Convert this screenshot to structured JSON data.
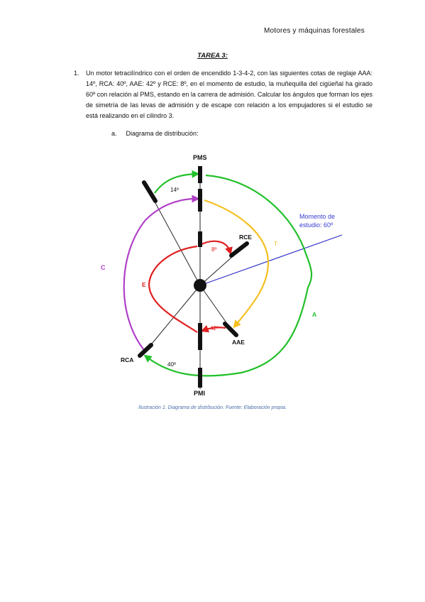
{
  "header": {
    "text": "Motores y máquinas forestales"
  },
  "title": "TAREA 3:",
  "question": {
    "number": "1.",
    "text": "Un motor tetracilíndrico con el orden de encendido 1-3-4-2, con las siguientes cotas de reglaje AAA: 14º, RCA: 40º, AAE: 42º y RCE: 8º, en el momento de estudio, la muñequilla del cigüeñal ha girado 60º con relación al PMS, estando en la carrera de admisión. Calcular los ángulos que forman los ejes de simetría de las levas de admisión y de escape con relación a los empujadores si el estudio se está realizando en el cilindro 3."
  },
  "subitem": {
    "letter": "a.",
    "text": "Diagrama de distribución:"
  },
  "diagram": {
    "labels": {
      "pms": "PMS",
      "pmi": "PMI",
      "rce": "RCE",
      "aae": "AAE",
      "rca": "RCA",
      "c": "C",
      "e": "E",
      "t": "T",
      "a": "A",
      "angle_top": "14º",
      "angle_rce": "8º",
      "angle_aae": "42º",
      "angle_rca": "40º",
      "moment_line1": "Momento de",
      "moment_line2": "estudio: 60º"
    },
    "colors": {
      "admision": "#22c02a",
      "compresion": "#b040c8",
      "expansion": "#e02020",
      "escape": "#f5c020",
      "moment": "#2a2ac8",
      "text_red": "#e02020",
      "text_moment": "#3a3ad0"
    }
  },
  "caption": "Ilustración 1. Diagrama de distribución. Fuente: Elaboración propia."
}
